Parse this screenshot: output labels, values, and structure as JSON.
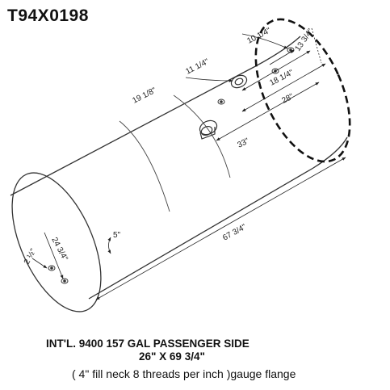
{
  "header": {
    "part_number": "T94X0198"
  },
  "dimensions": {
    "d1": "10 1/4\"",
    "d2": "13 3/4\"",
    "d3": "11 1/4\"",
    "d4": "18 1/4\"",
    "d5": "19 1/8\"",
    "d6": "28\"",
    "d7": "33\"",
    "d8": "67 3/4\"",
    "d9": "5\"",
    "d10": "24 3/4\"",
    "d11": "2 ½\""
  },
  "caption": {
    "line1": "INT'L. 9400 157 GAL PASSENGER SIDE",
    "line2": "26\" X 69 3/4\"",
    "line3": "( 4\" fill neck 8 threads per inch )gauge flange"
  }
}
